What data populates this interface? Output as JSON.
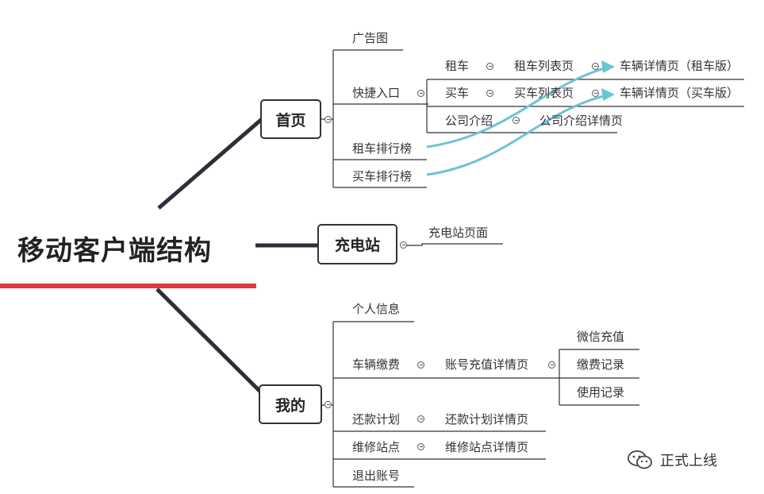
{
  "root": {
    "title": "移动客户端结构"
  },
  "branches": {
    "home": {
      "label": "首页",
      "ad_banner": "广告图",
      "quick_entry": "快捷入口",
      "rent": "租车",
      "rent_list": "租车列表页",
      "rent_detail": "车辆详情页（租车版）",
      "buy": "买车",
      "buy_list": "买车列表页",
      "buy_detail": "车辆详情页（买车版）",
      "company": "公司介绍",
      "company_detail": "公司介绍详情页",
      "rent_rank": "租车排行榜",
      "buy_rank": "买车排行榜"
    },
    "charging": {
      "label": "充电站",
      "page": "充电站页面"
    },
    "mine": {
      "label": "我的",
      "profile": "个人信息",
      "vehicle_fee": "车辆缴费",
      "account_recharge_detail": "账号充值详情页",
      "wechat_recharge": "微信充值",
      "payment_record": "缴费记录",
      "usage_record": "使用记录",
      "repayment_plan": "还款计划",
      "repayment_plan_detail": "还款计划详情页",
      "repair_station": "维修站点",
      "repair_station_detail": "维修站点详情页",
      "logout": "退出账号"
    }
  },
  "watermark": {
    "text": "正式上线",
    "icon": "wechat-icon"
  },
  "colors": {
    "line": "#333333",
    "accent_red": "#e0383e",
    "relation": "#6cc3d5"
  }
}
